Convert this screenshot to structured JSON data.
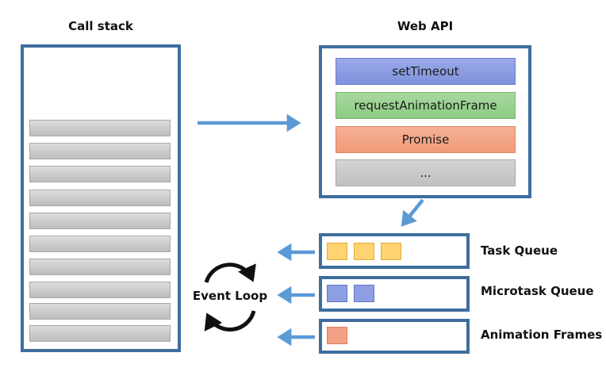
{
  "call_stack": {
    "title": "Call stack",
    "slot_count": 10
  },
  "web_api": {
    "title": "Web API",
    "items": [
      {
        "label": "setTimeout",
        "color": "#8e9ee2"
      },
      {
        "label": "requestAnimationFrame",
        "color": "#98d28e"
      },
      {
        "label": "Promise",
        "color": "#f3a184"
      },
      {
        "label": "...",
        "color": "#c8c8c8"
      }
    ]
  },
  "event_loop": {
    "label": "Event Loop"
  },
  "queues": [
    {
      "label": "Task Queue",
      "item_count": 3,
      "item_color": "#ffd370"
    },
    {
      "label": "Microtask Queue",
      "item_count": 2,
      "item_color": "#8e9ee2"
    },
    {
      "label": "Animation Frames",
      "item_count": 1,
      "item_color": "#f3a184"
    }
  ],
  "colors": {
    "border": "#3f6d9e",
    "arrow": "#5b9bd5"
  }
}
